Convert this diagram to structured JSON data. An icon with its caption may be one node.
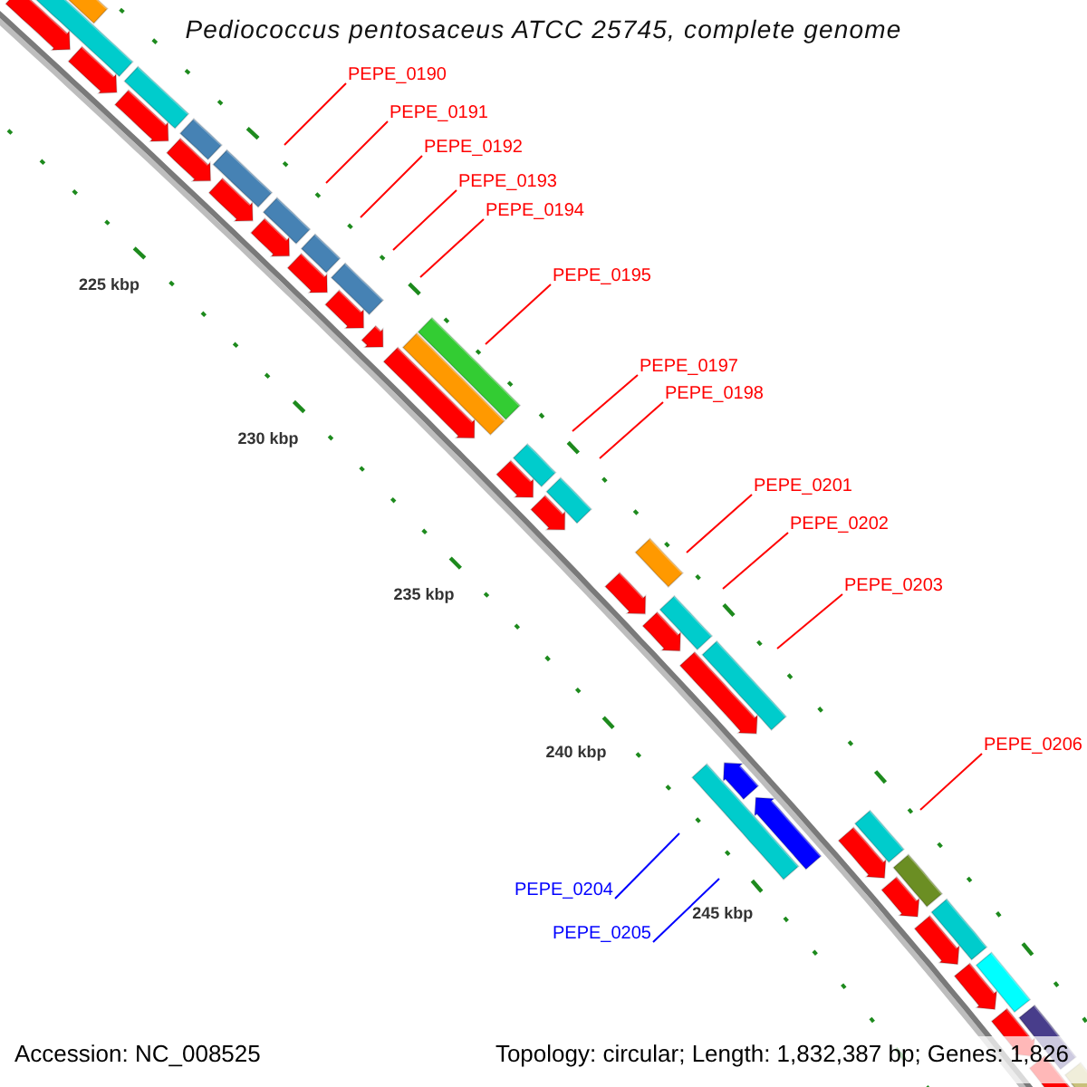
{
  "diagram": {
    "title": "Pediococcus pentosaceus ATCC 25745, complete genome",
    "nodes": [
      {
        "text": [
          "PEPE_0190"
        ]
      },
      {
        "text": [
          "PEPE_0191"
        ]
      },
      {
        "text": [
          "PEPE_0192"
        ]
      },
      {
        "text": [
          "PEPE_0193"
        ]
      },
      {
        "text": [
          "PEPE_0194"
        ]
      },
      {
        "text": [
          "PEPE_0195"
        ]
      },
      {
        "text": [
          "PEPE_0197"
        ]
      },
      {
        "text": [
          "PEPE_0198"
        ]
      },
      {
        "text": [
          "PEPE_0201"
        ]
      },
      {
        "text": [
          "PEPE_0202"
        ]
      },
      {
        "text": [
          "PEPE_0203"
        ]
      },
      {
        "text": [
          "PEPE_0206"
        ]
      },
      {
        "text": [
          "PEPE_0204"
        ]
      },
      {
        "text": [
          "PEPE_0205"
        ]
      }
    ],
    "edges": [
      {
        "from": 0,
        "to": null,
        "arrow": "none"
      },
      {
        "from": 1,
        "to": null,
        "arrow": "none"
      },
      {
        "from": 2,
        "to": null,
        "arrow": "none"
      },
      {
        "from": 3,
        "to": null,
        "arrow": "none"
      },
      {
        "from": 4,
        "to": null,
        "arrow": "none"
      },
      {
        "from": 5,
        "to": null,
        "arrow": "none"
      },
      {
        "from": 6,
        "to": null,
        "arrow": "none"
      },
      {
        "from": 7,
        "to": null,
        "arrow": "none"
      },
      {
        "from": 8,
        "to": null,
        "arrow": "none"
      },
      {
        "from": 9,
        "to": null,
        "arrow": "none"
      },
      {
        "from": 10,
        "to": null,
        "arrow": "none"
      },
      {
        "from": 11,
        "to": null,
        "arrow": "none"
      },
      {
        "from": 12,
        "to": null,
        "arrow": "none",
        "color": "#0000ff"
      },
      {
        "from": 13,
        "to": null,
        "arrow": "none",
        "color": "#0000ff"
      }
    ],
    "labels": [
      "225 kbp",
      "230 kbp",
      "235 kbp",
      "240 kbp",
      "245 kbp",
      "Accession: NC_008525",
      "Topology: circular; Length: 1,832,387 bp; Genes: 1,826"
    ]
  }
}
